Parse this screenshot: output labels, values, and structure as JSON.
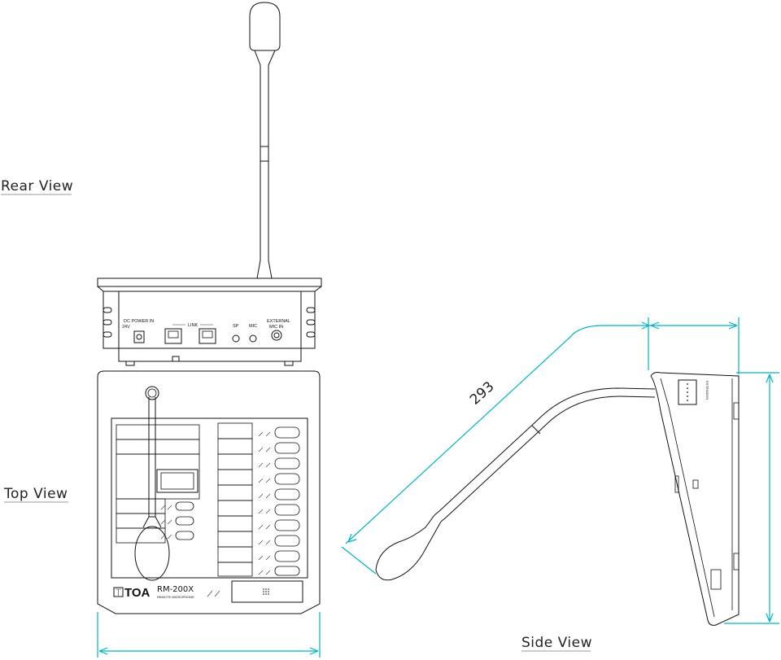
{
  "views": {
    "rear_label": "Rear View",
    "top_label": "Top View",
    "side_label": "Side View"
  },
  "rear_panel": {
    "dc_power": "DC POWER IN",
    "voltage": "24V",
    "link": "LINK",
    "sp": "SP",
    "mic": "MIC",
    "external": "EXTERNAL",
    "mic_in": "MIC IN"
  },
  "top_panel": {
    "brand": "TOA",
    "model": "RM-200X",
    "subtitle": "REMOTE MICROPHONE"
  },
  "side_panel": {
    "extension": "EXTENSION",
    "dimension_gooseneck": "293"
  },
  "colors": {
    "line": "#111111",
    "dimension": "#00b3c4"
  }
}
